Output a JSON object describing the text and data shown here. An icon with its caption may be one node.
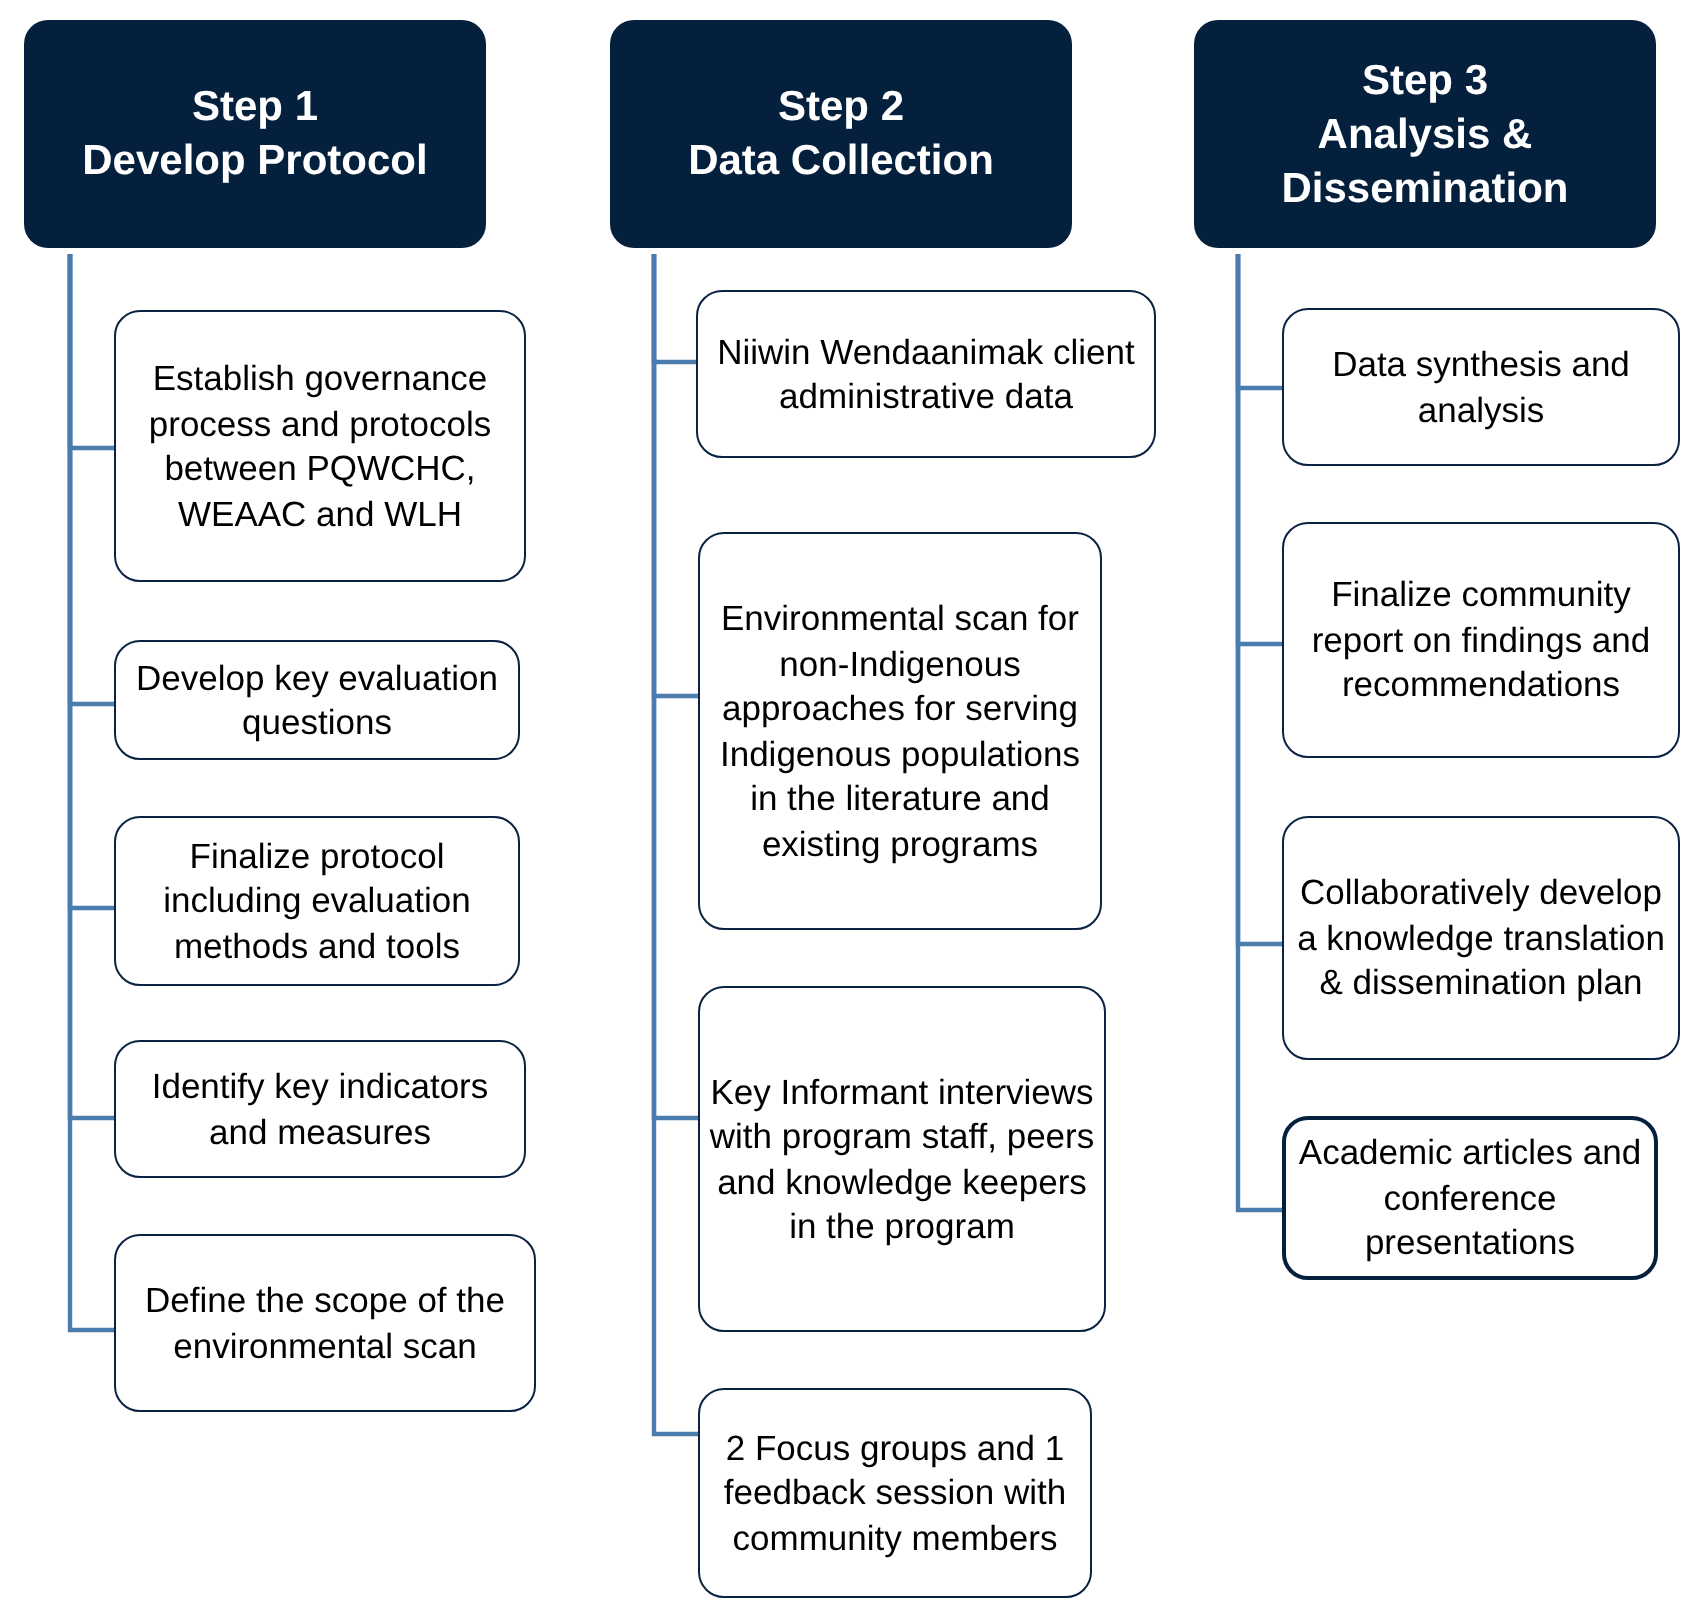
{
  "diagram": {
    "nodes": [
      {
        "text": [
          "Step 1",
          "Develop Protocol"
        ]
      },
      {
        "text": [
          "Establish governance process and protocols between PQWCHC, WEAAC and WLH"
        ]
      },
      {
        "text": [
          "Develop key evaluation questions"
        ]
      },
      {
        "text": [
          "Finalize protocol including evaluation methods and tools"
        ]
      },
      {
        "text": [
          "Identify key indicators and measures"
        ]
      },
      {
        "text": [
          "Define the scope of the environmental scan"
        ]
      },
      {
        "text": [
          "Step 2",
          "Data Collection"
        ]
      },
      {
        "text": [
          "Niiwin Wendaanimak client administrative data"
        ]
      },
      {
        "text": [
          "Environmental scan for non-Indigenous approaches for serving Indigenous populations in the literature and existing programs"
        ]
      },
      {
        "text": [
          "Key Informant interviews with program staff, peers and knowledge keepers in the program"
        ]
      },
      {
        "text": [
          "2 Focus groups and 1 feedback session with community members"
        ]
      },
      {
        "text": [
          "Step 3",
          "Analysis & Dissemination"
        ]
      },
      {
        "text": [
          "Data synthesis and analysis"
        ]
      },
      {
        "text": [
          "Finalize community report on findings and recommendations"
        ]
      },
      {
        "text": [
          "Collaboratively develop a knowledge translation & dissemination plan"
        ]
      },
      {
        "text": [
          "Academic articles and conference presentations"
        ]
      }
    ],
    "edges": [
      {
        "from": 0,
        "to": 1,
        "arrow": "none"
      },
      {
        "from": 0,
        "to": 2,
        "arrow": "none"
      },
      {
        "from": 0,
        "to": 3,
        "arrow": "none"
      },
      {
        "from": 0,
        "to": 4,
        "arrow": "none"
      },
      {
        "from": 0,
        "to": 5,
        "arrow": "none"
      },
      {
        "from": 6,
        "to": 7,
        "arrow": "none"
      },
      {
        "from": 6,
        "to": 8,
        "arrow": "none"
      },
      {
        "from": 6,
        "to": 9,
        "arrow": "none"
      },
      {
        "from": 6,
        "to": 10,
        "arrow": "none"
      },
      {
        "from": 11,
        "to": 12,
        "arrow": "none"
      },
      {
        "from": 11,
        "to": 13,
        "arrow": "none"
      },
      {
        "from": 11,
        "to": 14,
        "arrow": "none"
      },
      {
        "from": 11,
        "to": 15,
        "arrow": "none"
      }
    ]
  }
}
